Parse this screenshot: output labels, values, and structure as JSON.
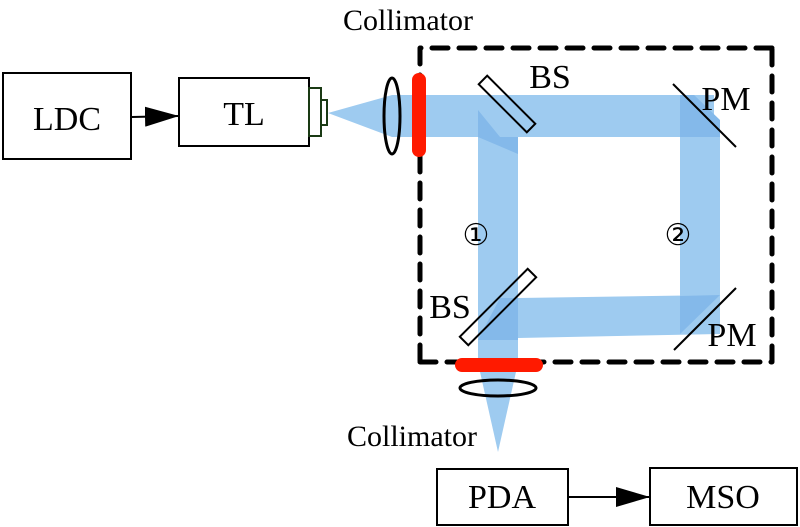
{
  "diagram": {
    "title": "Mach-Zehnder style interferometer setup",
    "colors": {
      "beam": "#9ecbf0",
      "beam_overlap": "#84b9ea",
      "fiber_end": "#ff1a00",
      "box_line": "#000000",
      "tl_connector": "#1a3a14"
    },
    "blocks": {
      "ldc": "LDC",
      "tl": "TL",
      "pda": "PDA",
      "mso": "MSO"
    },
    "labels": {
      "collimator_top": "Collimator",
      "collimator_bottom": "Collimator",
      "bs_top": "BS",
      "bs_bottom": "BS",
      "pm_top": "PM",
      "pm_bottom": "PM",
      "path1": "①",
      "path2": "②"
    },
    "connections": [
      {
        "from": "LDC",
        "to": "TL"
      },
      {
        "from": "PDA",
        "to": "MSO"
      }
    ]
  }
}
